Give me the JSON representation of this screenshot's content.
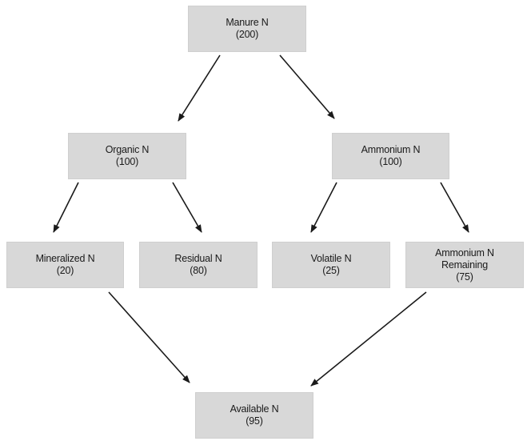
{
  "nodes": {
    "manure": {
      "label": "Manure N",
      "value": "(200)"
    },
    "organic": {
      "label": "Organic N",
      "value": "(100)"
    },
    "ammonium": {
      "label": "Ammonium N",
      "value": "(100)"
    },
    "mineralized": {
      "label": "Mineralized N",
      "value": "(20)"
    },
    "residual": {
      "label": "Residual N",
      "value": "(80)"
    },
    "volatile": {
      "label": "Volatile N",
      "value": "(25)"
    },
    "remaining": {
      "label_line1": "Ammonium N",
      "label_line2": "Remaining",
      "value": "(75)"
    },
    "available": {
      "label": "Available N",
      "value": "(95)"
    }
  },
  "colors": {
    "box_fill": "#d8d8d8",
    "arrow": "#1a1a1a",
    "text": "#1a1a1a"
  }
}
